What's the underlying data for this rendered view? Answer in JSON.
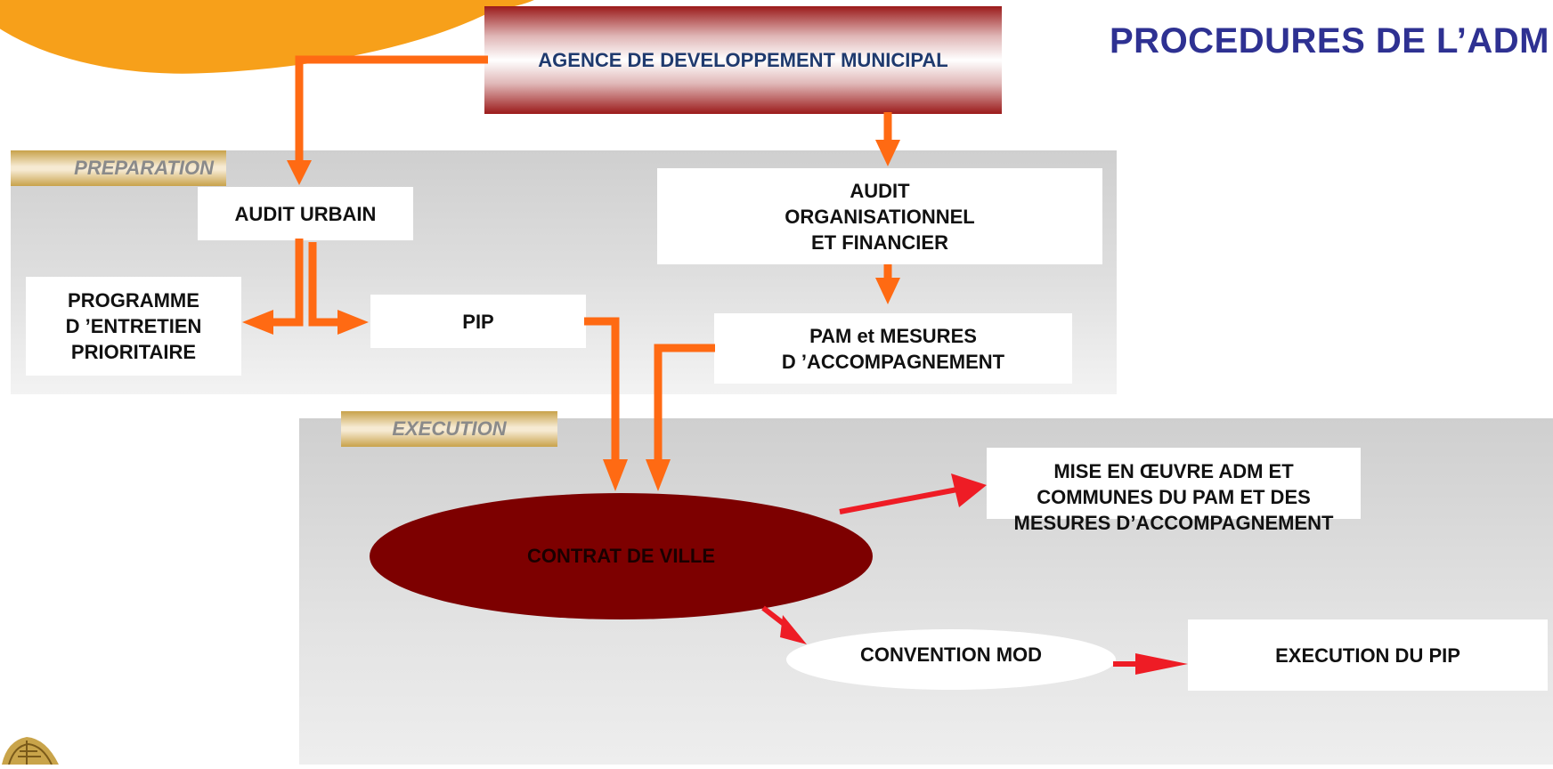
{
  "title": "PROCEDURES DE L’ADM",
  "colors": {
    "title": "#2e3192",
    "orange_arrow": "#ff6a13",
    "red_arrow": "#ee1c25",
    "contract_fill": "#7d0000"
  },
  "agency": "AGENCE DE DEVELOPPEMENT MUNICIPAL",
  "sections": {
    "preparation": "PREPARATION",
    "execution": "EXECUTION"
  },
  "nodes": {
    "audit_urbain": "AUDIT URBAIN",
    "programme": "PROGRAMME\nD ’ENTRETIEN\nPRIORITAIRE",
    "pip": "PIP",
    "audit_org": "AUDIT\nORGANISATIONNEL\nET FINANCIER",
    "pam": "PAM et MESURES\nD ’ACCOMPAGNEMENT",
    "contrat": "CONTRAT DE VILLE",
    "mise_en_oeuvre": "MISE EN ŒUVRE ADM  ET\nCOMMUNES DU PAM ET DES\nMESURES D’ACCOMPAGNEMENT",
    "convention": "CONVENTION MOD",
    "execution_pip": "EXECUTION DU PIP"
  },
  "logo_icon": "municipal-logo-icon"
}
